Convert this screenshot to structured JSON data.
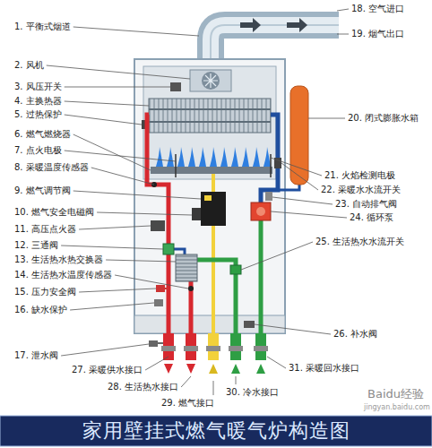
{
  "diagram": {
    "title": "家用壁挂式燃气暖气炉构造图",
    "labels": [
      "1. 平衡式烟道",
      "2. 风机",
      "3. 风压开关",
      "4. 主换热器",
      "5. 过热保护",
      "6. 燃气燃烧器",
      "7. 点火电极",
      "8. 采暖温度传感器",
      "9. 燃气调节阀",
      "10. 燃气安全电磁阀",
      "11. 高压点火器",
      "12. 三通阀",
      "13. 生活热水热交换器",
      "14. 生活热水温度传感器",
      "15. 压力安全阀",
      "16. 缺水保护",
      "17. 泄水阀",
      "18. 空气进口",
      "19. 烟气出口",
      "20. 闭式膨胀水箱",
      "21. 火焰检测电极",
      "22. 采暖水水流开关",
      "23. 自动排气阀",
      "24. 循环泵",
      "25. 生活热水水流开关",
      "26. 补水阀",
      "27. 采暖供水接口",
      "28. 生活热水接口",
      "29. 燃气接口",
      "30. 冷水接口",
      "31. 采暖回水接口",
      "Baidu经验",
      "jingyan.baidu.com"
    ]
  }
}
